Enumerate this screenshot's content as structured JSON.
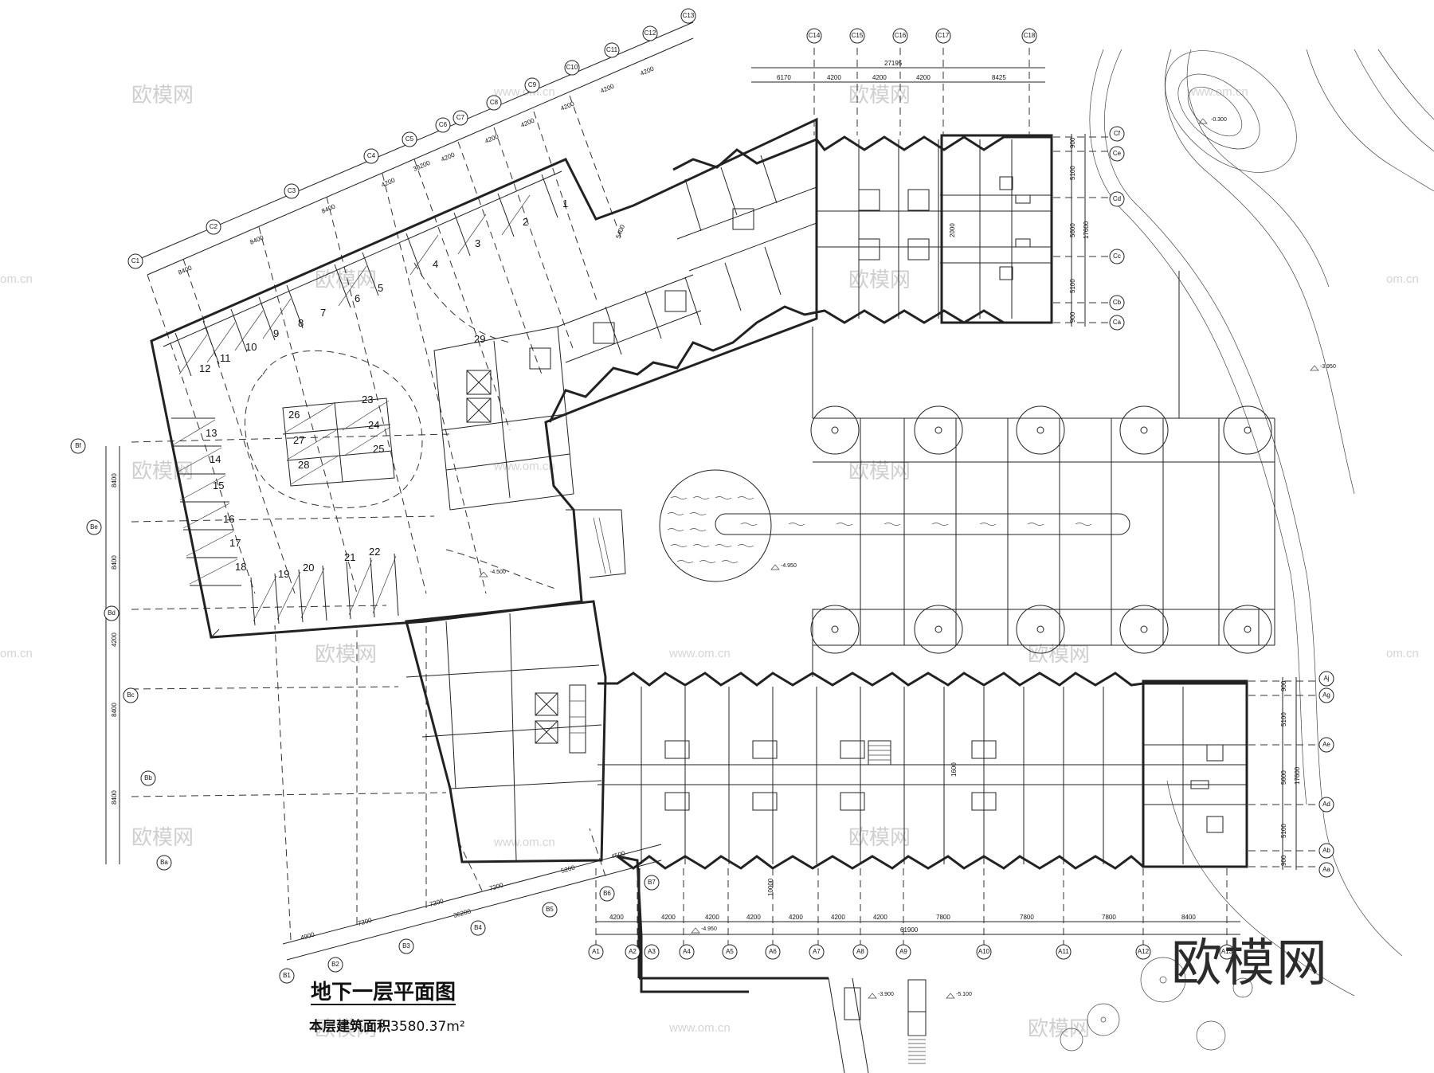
{
  "drawing": {
    "title": "地下一层平面图",
    "area_label": "本层建筑面积",
    "area_value": "3580.37m²",
    "brand": "欧模网",
    "watermark_text": "欧模网",
    "watermark_url": "www.om.cn",
    "url_fragment": "om.cn"
  },
  "axes": {
    "top_c": [
      "C1",
      "C2",
      "C3",
      "C4",
      "C5",
      "C6",
      "C7",
      "C8",
      "C9",
      "C10",
      "C11",
      "C12",
      "C13"
    ],
    "top_c_right": [
      "C14",
      "C15",
      "C16",
      "C17",
      "C18"
    ],
    "right_c": [
      "Cf",
      "Ce",
      "Cd",
      "Cc",
      "Cb",
      "Ca"
    ],
    "left_b": [
      "Bf",
      "Be",
      "Bd",
      "Bc",
      "Bb",
      "Ba"
    ],
    "bottom_b": [
      "B1",
      "B2",
      "B3",
      "B4",
      "B5",
      "B6",
      "B7"
    ],
    "bottom_a": [
      "A1",
      "A2",
      "A3",
      "A4",
      "A5",
      "A6",
      "A7",
      "A8",
      "A9",
      "A10",
      "A11",
      "A12",
      "A13"
    ],
    "right_a": [
      "Aj",
      "Ag",
      "Ae",
      "Ad",
      "Ab",
      "Aa"
    ]
  },
  "dimensions": {
    "top_right_total": "27195",
    "top_right_segments": [
      "6170",
      "4200",
      "4200",
      "4200",
      "8425"
    ],
    "top_c_segments": [
      "8400",
      "8400",
      "8400",
      "4200",
      "4200",
      "4200",
      "4200",
      "4200",
      "4200",
      "4200"
    ],
    "top_c_extra": "36200",
    "right_upper": [
      "900",
      "5100",
      "5600",
      "5100",
      "900"
    ],
    "right_upper_total": "17600",
    "right_lower": [
      "900",
      "5100",
      "5600",
      "5100",
      "900"
    ],
    "right_lower_total": "17600",
    "left_b": [
      "8400",
      "8400",
      "4200",
      "8400",
      "8400"
    ],
    "bottom_b": [
      "4900",
      "7200",
      "7200",
      "7200",
      "5200",
      "4500"
    ],
    "bottom_b_total": "36200",
    "bottom_a": [
      "4200",
      "4200",
      "4200",
      "4200",
      "4200",
      "4200",
      "4200",
      "7800",
      "7800",
      "7800",
      "8400"
    ],
    "bottom_a_total": "61900",
    "mid_vertical": "10000",
    "corridor_1600": "1600",
    "corridor_2000": "2000",
    "corridor_5400": "5400"
  },
  "levels": {
    "parking": "-4.500",
    "plaza": "-4.950",
    "bottom": "-4.950",
    "east": "-3.950",
    "pond": "-0.300",
    "stair_a": "-3.900",
    "stair_b": "-5.100"
  },
  "parking_numbers": [
    "1",
    "2",
    "3",
    "4",
    "5",
    "6",
    "7",
    "8",
    "9",
    "10",
    "11",
    "12",
    "13",
    "14",
    "15",
    "16",
    "17",
    "18",
    "19",
    "20",
    "21",
    "22",
    "23",
    "24",
    "25",
    "26",
    "27",
    "28",
    "29"
  ]
}
